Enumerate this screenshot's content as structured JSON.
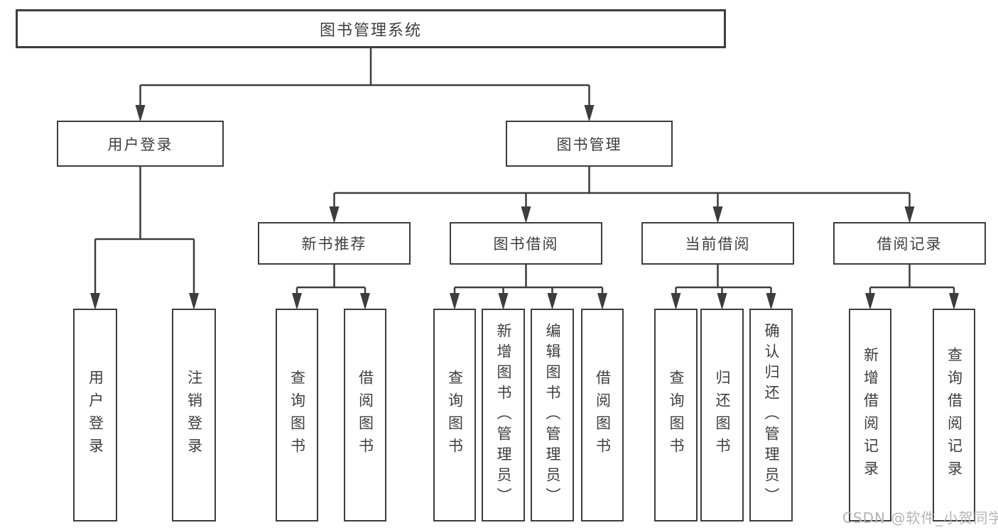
{
  "diagram": {
    "root": {
      "label": "图书管理系统"
    },
    "level2": [
      {
        "label": "用户登录"
      },
      {
        "label": "图书管理"
      }
    ],
    "level3": [
      {
        "label": "新书推荐"
      },
      {
        "label": "图书借阅"
      },
      {
        "label": "当前借阅"
      },
      {
        "label": "借阅记录"
      }
    ],
    "leaf_groups": [
      {
        "parent": "用户登录",
        "items": [
          "用户登录",
          "注销登录"
        ]
      },
      {
        "parent": "新书推荐",
        "items": [
          "查询图书",
          "借阅图书"
        ]
      },
      {
        "parent": "图书借阅",
        "items": [
          "查询图书",
          "新增图书（管理员）",
          "编辑图书（管理员）",
          "借阅图书"
        ]
      },
      {
        "parent": "当前借阅",
        "items": [
          "查询图书",
          "归还图书",
          "确认归还（管理员）"
        ]
      },
      {
        "parent": "借阅记录",
        "items": [
          "新增借阅记录",
          "查询借阅记录"
        ]
      }
    ]
  },
  "watermark": "CSDN @软件_小贺同学",
  "colors": {
    "line": "#3d3d3d",
    "box_border": "#3d3d3d",
    "text": "#3e3e3e",
    "watermark": "#b4b4b4",
    "background": "#ffffff"
  }
}
